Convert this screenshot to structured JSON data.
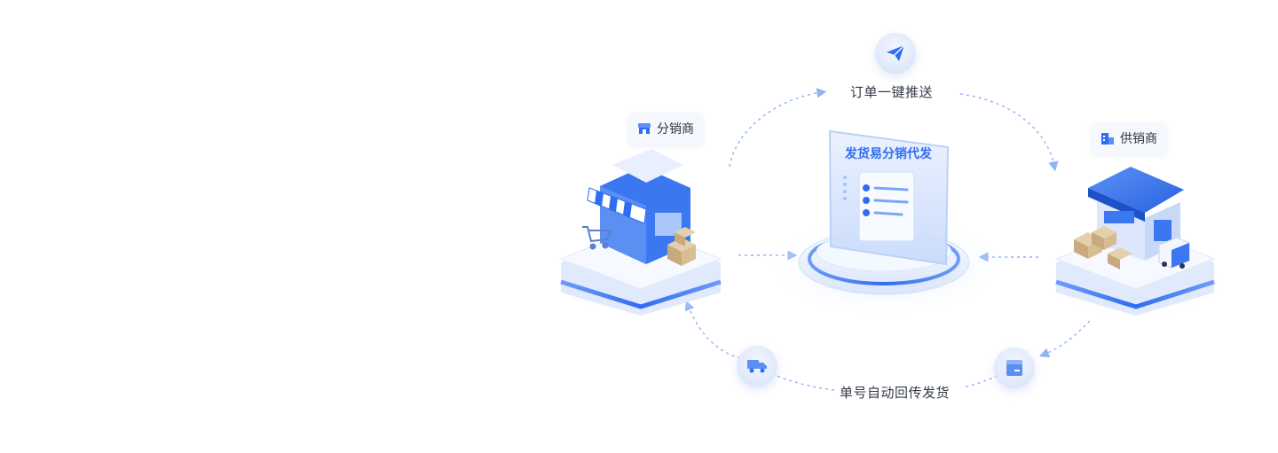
{
  "flow": {
    "top_label": "订单一键推送",
    "bottom_label": "单号自动回传发货",
    "center_title": "发货易分销代发",
    "left_tag": "分销商",
    "right_tag": "供销商"
  },
  "icons": {
    "top": "paper-plane-icon",
    "bottom_left": "truck-icon",
    "bottom_right": "package-icon",
    "left_tag": "store-icon",
    "right_tag": "building-icon"
  },
  "colors": {
    "accent": "#2f6df2",
    "accent_light": "#8fb1f7",
    "platform": "#eef3fd",
    "text": "#333a48"
  }
}
